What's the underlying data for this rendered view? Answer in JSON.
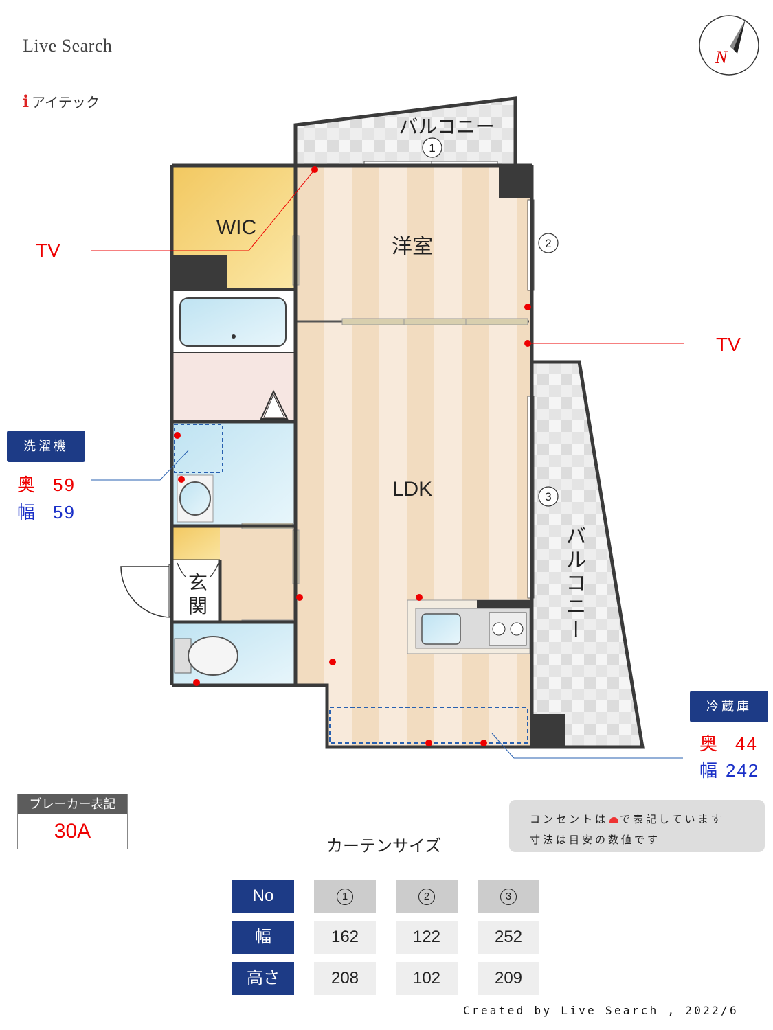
{
  "brand": "Live Search",
  "company": {
    "mark": "i",
    "name": "アイテック"
  },
  "compass": {
    "letter": "N"
  },
  "rooms": {
    "wic": "WIC",
    "youshitsu": "洋室",
    "ldk": "LDK",
    "genkan_1": "玄",
    "genkan_2": "関",
    "balcony_top": "バルコニー",
    "balcony_right": "バルコニー"
  },
  "window_numbers": [
    "1",
    "2",
    "3"
  ],
  "tv_left": "TV",
  "tv_right": "TV",
  "washer": {
    "label": "洗濯機",
    "depth_key": "奥",
    "depth": "59",
    "width_key": "幅",
    "width": "59"
  },
  "fridge": {
    "label": "冷蔵庫",
    "depth_key": "奥",
    "depth": "44",
    "width_key": "幅",
    "width": "242"
  },
  "breaker": {
    "label": "ブレーカー表記",
    "value": "30A"
  },
  "note": {
    "line1_a": "コンセントは",
    "line1_b": "で表記しています",
    "line2": "寸法は目安の数値です"
  },
  "curtain": {
    "title": "カーテンサイズ",
    "header": "No",
    "numbers": [
      "1",
      "2",
      "3"
    ],
    "width_label": "幅",
    "widths": [
      "162",
      "122",
      "252"
    ],
    "height_label": "高さ",
    "heights": [
      "208",
      "102",
      "209"
    ]
  },
  "footer": "Created by Live Search , 2022/6",
  "colors": {
    "navy": "#1d3b86",
    "red": "#e00000",
    "blue": "#1a30c8",
    "wall": "#3a3a3a"
  }
}
